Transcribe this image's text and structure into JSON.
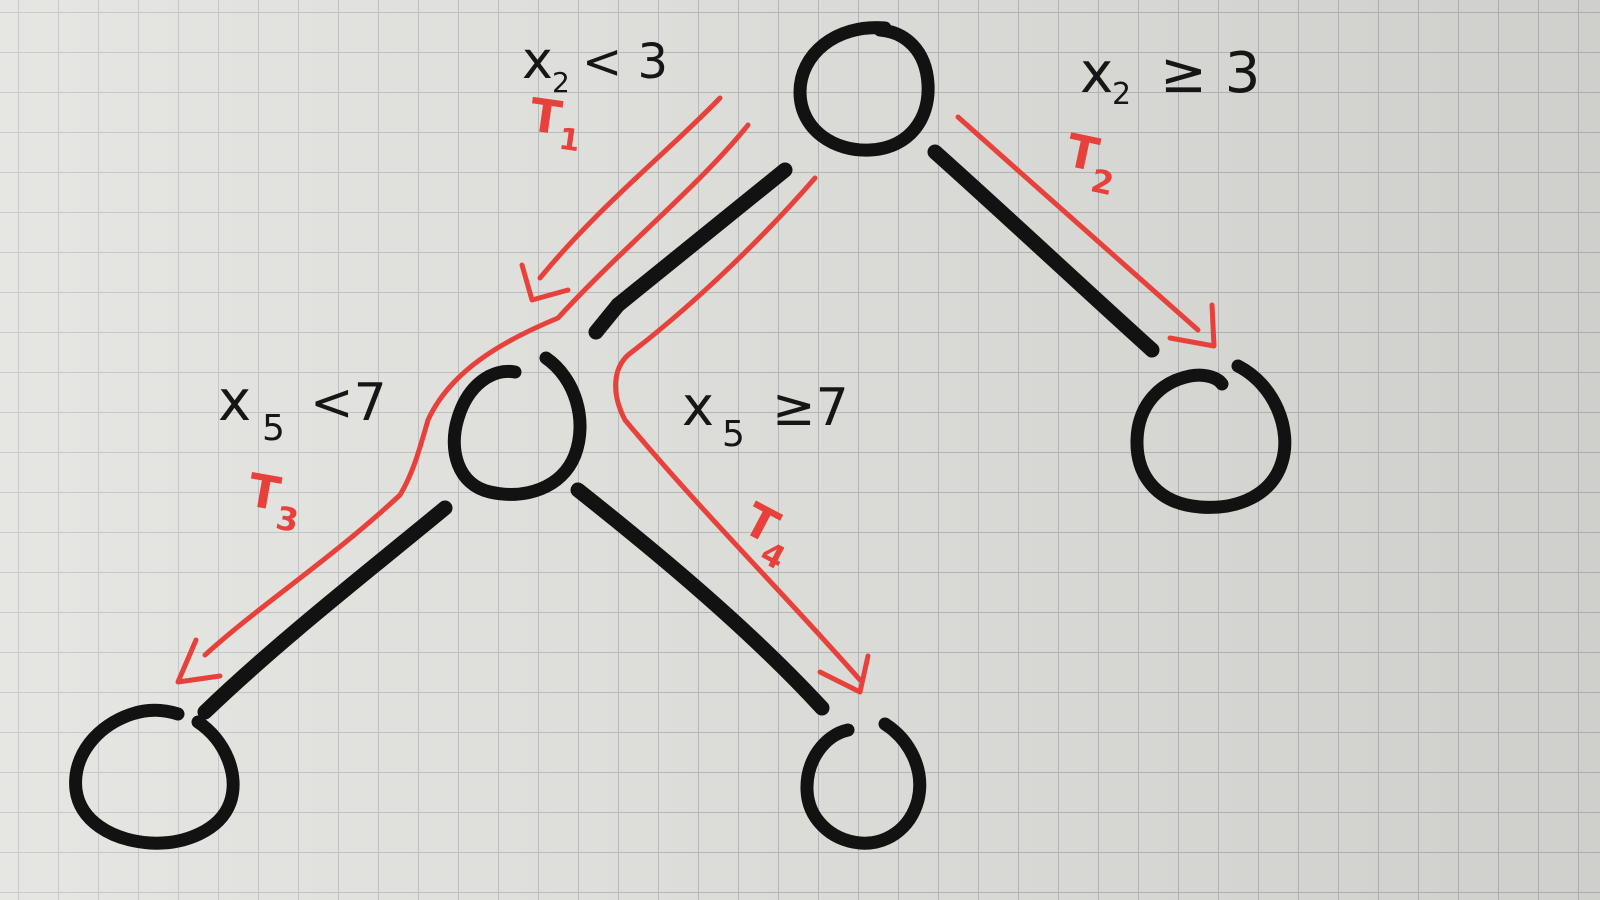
{
  "diagram": {
    "root_split": {
      "left": {
        "var": "x",
        "sub": "2",
        "op": "< 3"
      },
      "right": {
        "var": "x",
        "sub": "2",
        "op": "≥ 3"
      }
    },
    "inner_split": {
      "left": {
        "var": "x",
        "sub": "5",
        "op": "<7"
      },
      "right": {
        "var": "x",
        "sub": "5",
        "op": "≥7"
      }
    },
    "regions": [
      {
        "name": "T",
        "sub": "1"
      },
      {
        "name": "T",
        "sub": "2"
      },
      {
        "name": "T",
        "sub": "3"
      },
      {
        "name": "T",
        "sub": "4"
      }
    ],
    "colors": {
      "ink": "#121212",
      "path": "#e8413b",
      "grid": "#b4b8b8"
    }
  }
}
